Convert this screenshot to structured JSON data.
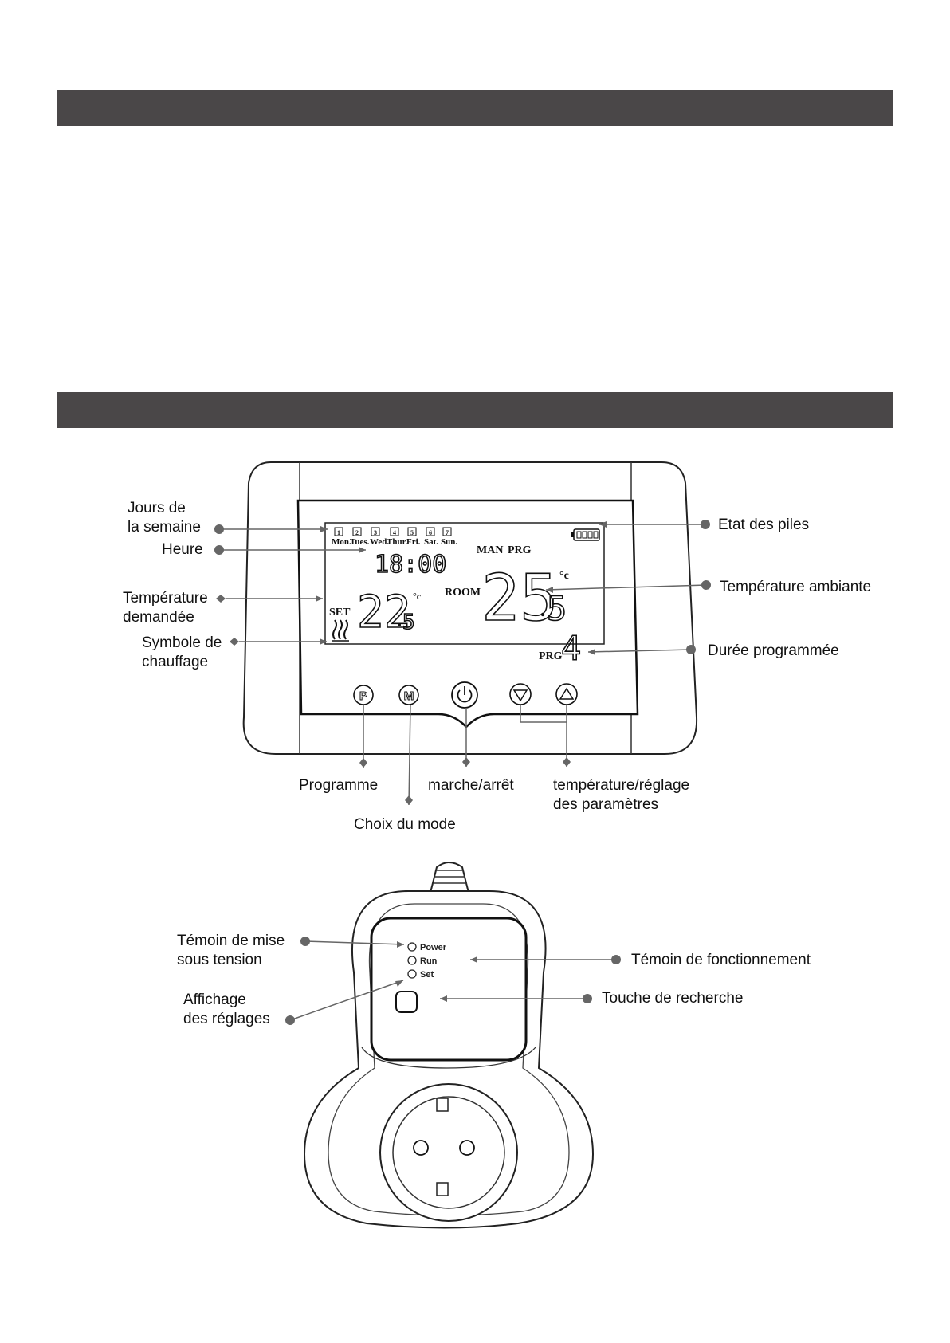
{
  "thermostat": {
    "days": [
      "Mon.",
      "Tues.",
      "Wed.",
      "Thur.",
      "Fri.",
      "Sat.",
      "Sun."
    ],
    "day_numbers": [
      "1",
      "2",
      "3",
      "4",
      "5",
      "6",
      "7"
    ],
    "clock": "18:00",
    "mode_man": "MAN",
    "mode_prg": "PRG",
    "room_label": "ROOM",
    "room_temp_int": "25",
    "room_temp_dec": "5",
    "set_label": "SET",
    "set_temp_int": "22",
    "set_temp_dec": "5",
    "unit": "°c",
    "prg_label": "PRG",
    "prg_value": "4",
    "buttons": {
      "program": "P",
      "mode": "M"
    }
  },
  "labels": {
    "days": "Jours de\nla semaine",
    "clock": "Heure",
    "set_temp": "Température\ndemandée",
    "heating": "Symbole de\nchauffage",
    "battery": "Etat des piles",
    "room_temp": "Température ambiante",
    "duration": "Durée programmée",
    "program": "Programme",
    "onoff": "marche/arrêt",
    "temp_params": "température/réglage\ndes paramètres",
    "mode": "Choix du mode"
  },
  "plug": {
    "leds": [
      "Power",
      "Run",
      "Set"
    ],
    "labels": {
      "power": "Témoin de mise\nsous tension",
      "settings": "Affichage\ndes réglages",
      "run": "Témoin de fonctionnement",
      "search": "Touche de recherche"
    }
  }
}
